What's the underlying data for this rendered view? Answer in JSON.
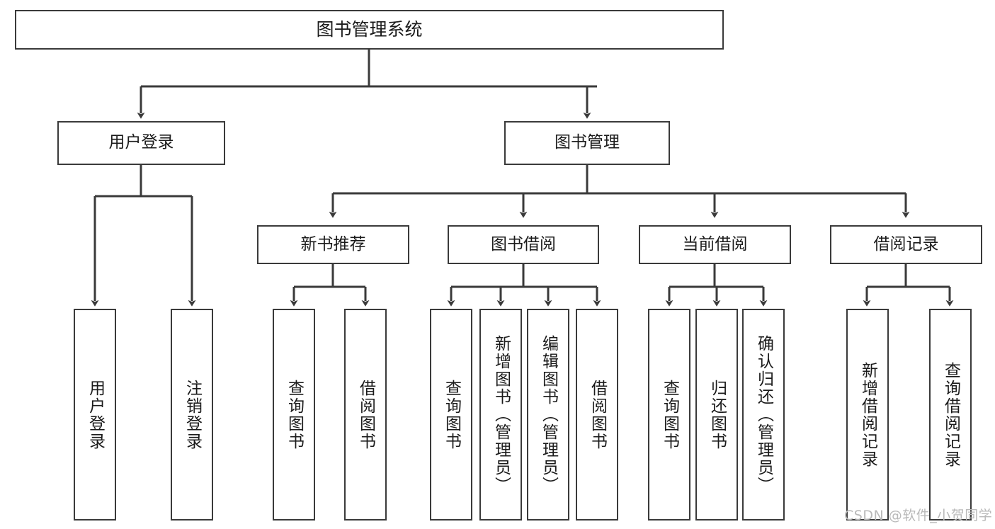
{
  "diagram": {
    "title": "图书管理系统",
    "type": "tree-hierarchy",
    "watermark": "CSDN @软件_小贺同学",
    "stroke_color": "#3a3a3a",
    "fill_color": "#ffffff",
    "text_color": "#1b1b1b",
    "watermark_color": "#b9b9b9"
  },
  "nodes": {
    "root": {
      "label": "图书管理系统"
    },
    "level1": [
      {
        "id": "user-login",
        "label": "用户登录"
      },
      {
        "id": "book-manage",
        "label": "图书管理"
      }
    ],
    "level2": [
      {
        "id": "new-book-recommend",
        "label": "新书推荐"
      },
      {
        "id": "book-borrow",
        "label": "图书借阅"
      },
      {
        "id": "current-borrow",
        "label": "当前借阅"
      },
      {
        "id": "borrow-record",
        "label": "借阅记录"
      }
    ],
    "leaves": {
      "user_login": [
        {
          "id": "leaf-user-login",
          "label": "用户登录"
        },
        {
          "id": "leaf-logout",
          "label": "注销登录"
        }
      ],
      "new_book_recommend": [
        {
          "id": "leaf-query-book-1",
          "label": "查询图书"
        },
        {
          "id": "leaf-borrow-book-1",
          "label": "借阅图书"
        }
      ],
      "book_borrow": [
        {
          "id": "leaf-query-book-2",
          "label": "查询图书"
        },
        {
          "id": "leaf-add-book",
          "label": "新增图书（管理员）"
        },
        {
          "id": "leaf-edit-book",
          "label": "编辑图书（管理员）"
        },
        {
          "id": "leaf-borrow-book-2",
          "label": "借阅图书"
        }
      ],
      "current_borrow": [
        {
          "id": "leaf-query-book-3",
          "label": "查询图书"
        },
        {
          "id": "leaf-return-book",
          "label": "归还图书"
        },
        {
          "id": "leaf-confirm-return",
          "label": "确认归还（管理员）"
        }
      ],
      "borrow_record": [
        {
          "id": "leaf-add-record",
          "label": "新增借阅记录"
        },
        {
          "id": "leaf-query-record",
          "label": "查询借阅记录"
        }
      ]
    }
  }
}
